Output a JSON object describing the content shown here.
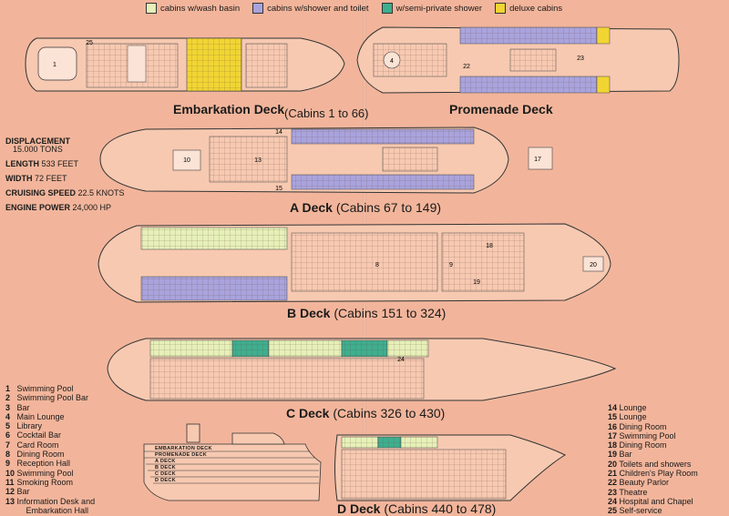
{
  "legend": [
    {
      "label": "cabins w/wash basin",
      "color": "#e6f0b8"
    },
    {
      "label": "cabins w/shower and toilet",
      "color": "#a9a3dd"
    },
    {
      "label": "w/semi-private shower",
      "color": "#3fae8e"
    },
    {
      "label": "deluxe cabins",
      "color": "#f1d533"
    }
  ],
  "decks": {
    "embarkation": {
      "name": "Embarkation Deck",
      "cabins": "(Cabins 1 to 66)"
    },
    "promenade": {
      "name": "Promenade Deck"
    },
    "a": {
      "name": "A Deck",
      "cabins": "(Cabins 67 to 149)"
    },
    "b": {
      "name": "B Deck",
      "cabins": "(Cabins 151 to 324)"
    },
    "c": {
      "name": "C Deck",
      "cabins": "(Cabins 326 to 430)"
    },
    "d": {
      "name": "D Deck",
      "cabins": "(Cabins 440 to 478)"
    }
  },
  "specs": [
    {
      "label": "DISPLACEMENT",
      "value": "15.000 TONS",
      "newline": true
    },
    {
      "label": "LENGTH",
      "value": "533 FEET"
    },
    {
      "label": "WIDTH",
      "value": "72 FEET"
    },
    {
      "label": "CRUISING SPEED",
      "value": "22.5 KNOTS"
    },
    {
      "label": "ENGINE POWER",
      "value": "24,000 HP"
    }
  ],
  "key_left": [
    {
      "num": "1",
      "label": "Swimming Pool"
    },
    {
      "num": "2",
      "label": "Swimming Pool Bar"
    },
    {
      "num": "3",
      "label": "Bar"
    },
    {
      "num": "4",
      "label": "Main Lounge"
    },
    {
      "num": "5",
      "label": "Library"
    },
    {
      "num": "6",
      "label": "Cocktail Bar"
    },
    {
      "num": "7",
      "label": "Card Room"
    },
    {
      "num": "8",
      "label": "Dining Room"
    },
    {
      "num": "9",
      "label": "Reception Hall"
    },
    {
      "num": "10",
      "label": "Swimming Pool"
    },
    {
      "num": "11",
      "label": "Smoking Room"
    },
    {
      "num": "12",
      "label": "Bar"
    },
    {
      "num": "13",
      "label": "Information Desk and"
    },
    {
      "num": "",
      "label": "Embarkation Hall"
    }
  ],
  "key_right": [
    {
      "num": "14",
      "label": "Lounge"
    },
    {
      "num": "15",
      "label": "Lounge"
    },
    {
      "num": "16",
      "label": "Dining Room"
    },
    {
      "num": "17",
      "label": "Swimming Pool"
    },
    {
      "num": "18",
      "label": "Dining Room"
    },
    {
      "num": "19",
      "label": "Bar"
    },
    {
      "num": "20",
      "label": "Toilets and showers"
    },
    {
      "num": "21",
      "label": "Children's Play Room"
    },
    {
      "num": "22",
      "label": "Beauty Parlor"
    },
    {
      "num": "23",
      "label": "Theatre"
    },
    {
      "num": "24",
      "label": "Hospital and Chapel"
    },
    {
      "num": "25",
      "label": "Self-service"
    }
  ],
  "profile": [
    "EMBARKATION DECK",
    "PROMENADE DECK",
    "A DECK",
    "B DECK",
    "C DECK",
    "D DECK"
  ],
  "plan_numbers": {
    "emb": [
      "1",
      "25"
    ],
    "prom": [
      "4",
      "22",
      "23"
    ],
    "a": [
      "10",
      "13",
      "14",
      "15",
      "17"
    ],
    "b": [
      "8",
      "9",
      "18",
      "19",
      "20"
    ],
    "c": [
      "24"
    ],
    "d": []
  }
}
